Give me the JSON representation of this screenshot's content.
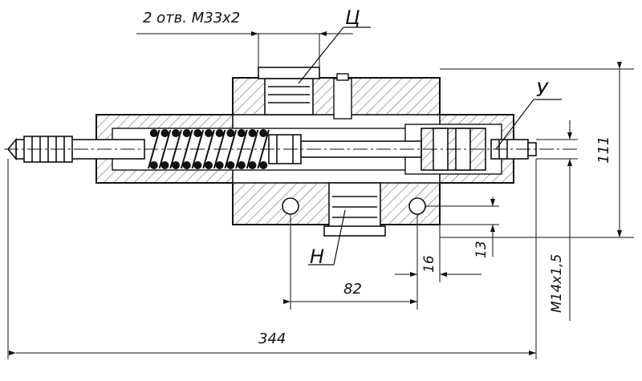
{
  "drawing": {
    "thread_note": "2 отв. М33х2",
    "callouts": {
      "c": "Ц",
      "u": "У",
      "n": "Н"
    },
    "dimensions": {
      "total_length": "344",
      "height": "111",
      "port_spacing": "82",
      "offset_16": "16",
      "offset_13": "13",
      "thread_side": "M14x1,5"
    },
    "colors": {
      "line": "#111111",
      "hatch": "#555555",
      "background": "#ffffff"
    }
  }
}
